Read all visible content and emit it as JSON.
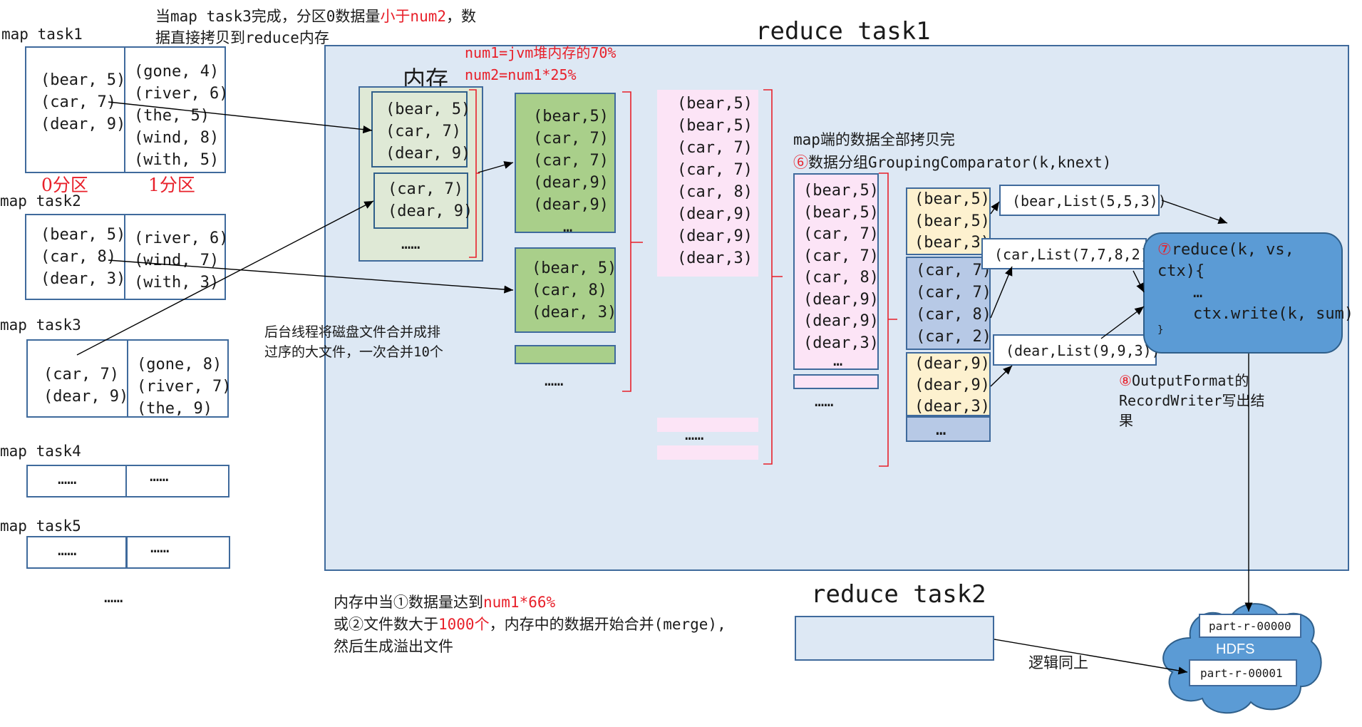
{
  "note_top": {
    "line1_a": "当map task3完成，分区0数据量",
    "line1_red": "小于num2",
    "line1_b": "，数",
    "line2": "据直接拷贝到reduce内存"
  },
  "rt1_title": "reduce task1",
  "rt2_title": "reduce task2",
  "memory_label": "内存",
  "num_formula": {
    "line1": "num1=jvm堆内存的70%",
    "line2": "num2=num1*25%"
  },
  "map_tasks": [
    {
      "label": "map task1",
      "p0": [
        "(bear, 5)",
        "(car, 7)",
        "(dear, 9)"
      ],
      "p1": [
        "(gone, 4)",
        "(river, 6)",
        "(the, 5)",
        "(wind, 8)",
        "(with, 5)"
      ]
    },
    {
      "label": "map task2",
      "p0": [
        "(bear, 5)",
        "(car, 8)",
        "(dear, 3)"
      ],
      "p1": [
        "(river, 6)",
        "(wind, 7)",
        "(with, 3)"
      ]
    },
    {
      "label": "map task3",
      "p0": [
        "(car, 7)",
        "(dear, 9)"
      ],
      "p1": [
        "(gone, 8)",
        "(river, 7)",
        "(the, 9)"
      ]
    },
    {
      "label": "map task4",
      "p0": [
        "……"
      ],
      "p1": [
        "……"
      ]
    },
    {
      "label": "map task5",
      "p0": [
        "……"
      ],
      "p1": [
        "……"
      ]
    }
  ],
  "partition_labels": {
    "p0": "0分区",
    "p1": "1分区"
  },
  "map_more": "……",
  "mem_box1": [
    "(bear, 5)",
    "(car, 7)",
    "(dear, 9)"
  ],
  "mem_box2": [
    "(car, 7)",
    "(dear, 9)"
  ],
  "mem_more": "……",
  "spill_box1": [
    "(bear,5)",
    "(car, 7)",
    "(car, 7)",
    "(dear,9)",
    "(dear,9)",
    "…"
  ],
  "spill_box2": [
    "(bear, 5)",
    "(car, 8)",
    "(dear, 3)"
  ],
  "spill_more": "……",
  "merge_note": {
    "line1": "后台线程将磁盘文件合并成排",
    "line2": "过序的大文件，一次合并10个"
  },
  "merged_list": [
    "(bear,5)",
    "(bear,5)",
    "(car, 7)",
    "(car, 7)",
    "(car, 8)",
    "(dear,9)",
    "(dear,9)",
    "(dear,3)"
  ],
  "merged_more": "……",
  "copy_done_note": {
    "line1": "map端的数据全部拷贝完",
    "circled": "⑥",
    "line2": "数据分组GroupingComparator(k,knext)"
  },
  "sorted_list": [
    "(bear,5)",
    "(bear,5)",
    "(car, 7)",
    "(car, 7)",
    "(car, 8)",
    "(dear,9)",
    "(dear,9)",
    "(dear,3)",
    "…"
  ],
  "sorted_more": "……",
  "group_bear": [
    "(bear,5)",
    "(bear,5)",
    "(bear,3)"
  ],
  "group_car": [
    "(car, 7)",
    "(car, 7)",
    "(car, 8)",
    "(car, 2)"
  ],
  "group_dear": [
    "(dear,9)",
    "(dear,9)",
    "(dear,3)"
  ],
  "group_more": "…",
  "kv_lists": {
    "bear": "(bear,List(5,5,3))",
    "car": "(car,List(7,7,8,2))",
    "dear": "(dear,List(9,9,3))"
  },
  "reduce_fn": {
    "circled": "⑦",
    "line1": "reduce(k, vs,",
    "line2": "ctx){",
    "line3": "…",
    "line4": "ctx.write(k, sum)",
    "line5": "}"
  },
  "output_note": {
    "circled": "⑧",
    "line1": "OutputFormat的",
    "line2": "RecordWriter写出结",
    "line3": "果"
  },
  "bottom_note": {
    "l1_a": "内存中当①数据量达到",
    "l1_red": "num1*66%",
    "l2_a": "或②文件数大于",
    "l2_red": "1000个",
    "l2_b": "，内存中的数据开始合并(merge),",
    "l3": "然后生成溢出文件"
  },
  "logic_same": "逻辑同上",
  "hdfs": {
    "label": "HDFS",
    "file1": "part-r-00000",
    "file2": "part-r-00001"
  },
  "colors": {
    "panel": "#dde8f4",
    "panel_border": "#3f6a9c",
    "mem_bg": "#dfe9d6",
    "green": "#a9cf8a",
    "pink": "#fce4f6",
    "yellow": "#fdf1cf",
    "blue_grp": "#b7c9e6",
    "reduce_blue": "#5b9bd5",
    "hdfs_blue": "#5b9bd5",
    "red": "#e8202a"
  }
}
